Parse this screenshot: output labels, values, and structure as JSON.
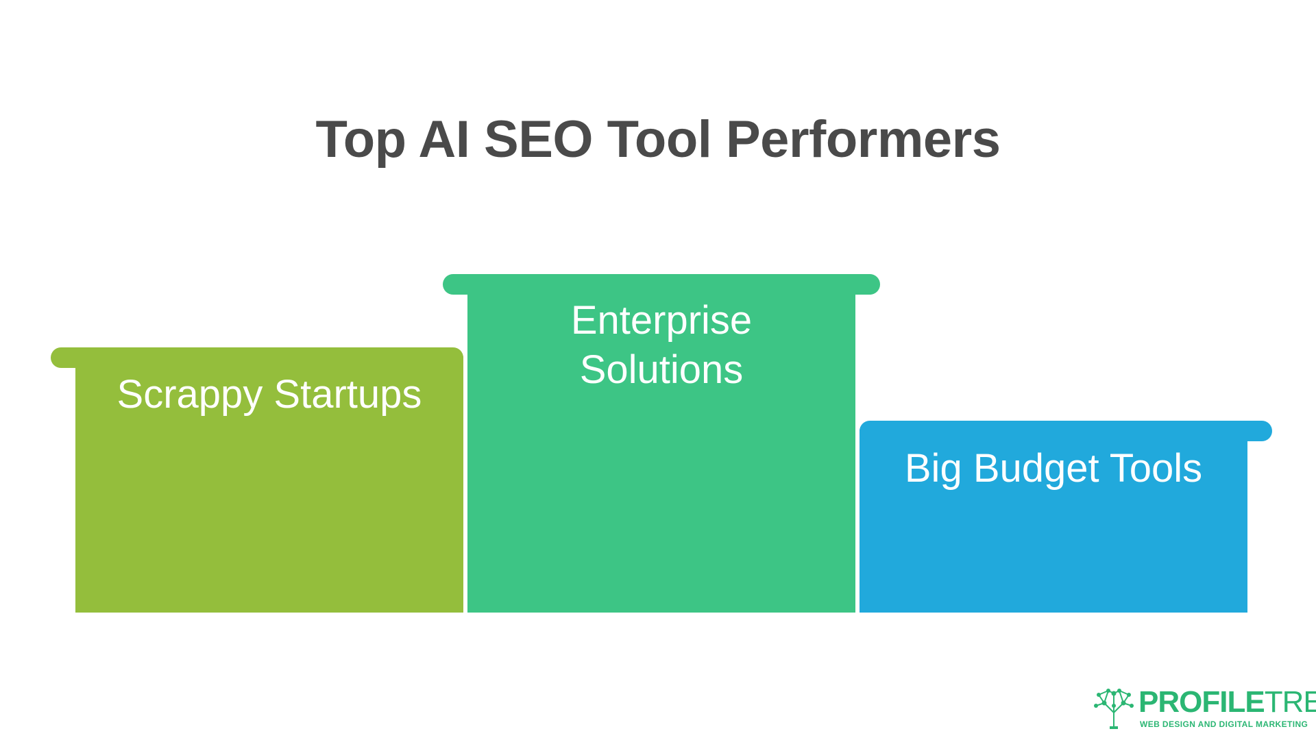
{
  "title": "Top AI SEO Tool Performers",
  "steps": [
    {
      "label_lines": [
        "Scrappy Startups"
      ],
      "color": "#94be3c",
      "rank": 2
    },
    {
      "label_lines": [
        "Enterprise",
        "Solutions"
      ],
      "color": "#3dc585",
      "rank": 1
    },
    {
      "label_lines": [
        "Big Budget Tools"
      ],
      "color": "#21a9dc",
      "rank": 3
    }
  ],
  "logo": {
    "word_part1": "PROFILE",
    "word_part2": "TREE",
    "tagline": "WEB DESIGN AND DIGITAL MARKETING",
    "icon": "tree-network-icon",
    "color": "#2bb673"
  }
}
